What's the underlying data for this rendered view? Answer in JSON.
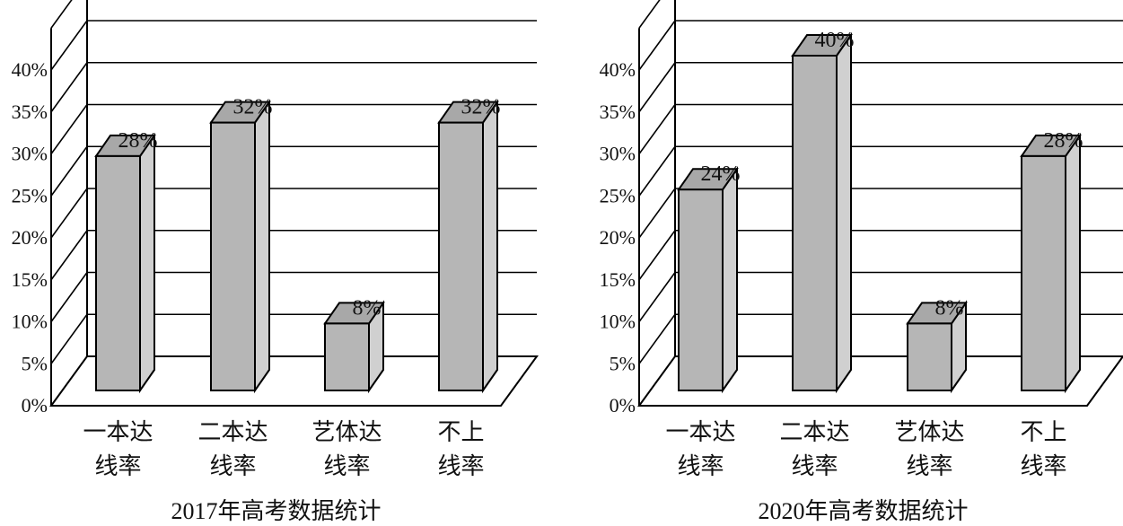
{
  "chart_data": [
    {
      "type": "bar",
      "title": "2017年高考数据统计",
      "categories": [
        [
          "一本达",
          "线率"
        ],
        [
          "二本达",
          "线率"
        ],
        [
          "艺体达",
          "线率"
        ],
        [
          "不上",
          "线率"
        ]
      ],
      "values": [
        28,
        32,
        8,
        32
      ],
      "value_labels": [
        "28%",
        "32%",
        "8%",
        "32%"
      ],
      "ylim": [
        0,
        40
      ],
      "yticks": [
        "0%",
        "5%",
        "10%",
        "15%",
        "20%",
        "25%",
        "30%",
        "35%",
        "40%"
      ],
      "grid": true,
      "style": "3d",
      "colors": {
        "bar_front": "#b6b6b6",
        "bar_top": "#a8a8a8",
        "bar_side": "#d0d0d0",
        "line": "#000000"
      }
    },
    {
      "type": "bar",
      "title": "2020年高考数据统计",
      "categories": [
        [
          "一本达",
          "线率"
        ],
        [
          "二本达",
          "线率"
        ],
        [
          "艺体达",
          "线率"
        ],
        [
          "不上",
          "线率"
        ]
      ],
      "values": [
        24,
        40,
        8,
        28
      ],
      "value_labels": [
        "24%",
        "40%",
        "8%",
        "28%"
      ],
      "ylim": [
        0,
        40
      ],
      "yticks": [
        "0%",
        "5%",
        "10%",
        "15%",
        "20%",
        "25%",
        "30%",
        "35%",
        "40%"
      ],
      "grid": true,
      "style": "3d",
      "colors": {
        "bar_front": "#b6b6b6",
        "bar_top": "#a8a8a8",
        "bar_side": "#d0d0d0",
        "line": "#000000"
      }
    }
  ]
}
